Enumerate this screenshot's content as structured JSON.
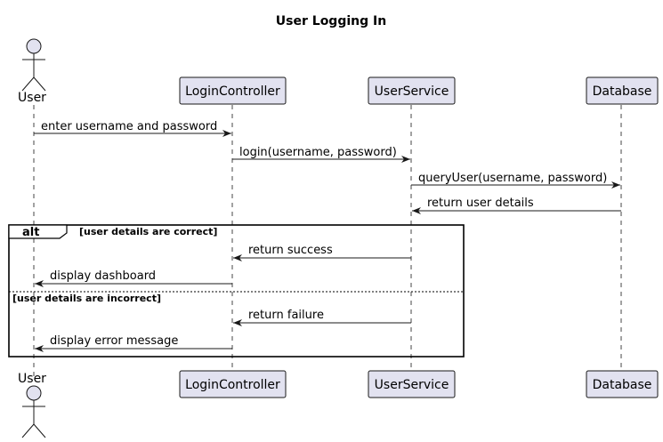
{
  "diagram": {
    "title": "User Logging In",
    "participants": [
      {
        "id": "user",
        "label": "User",
        "kind": "actor"
      },
      {
        "id": "login",
        "label": "LoginController",
        "kind": "participant"
      },
      {
        "id": "service",
        "label": "UserService",
        "kind": "participant"
      },
      {
        "id": "db",
        "label": "Database",
        "kind": "participant"
      }
    ],
    "messages": [
      {
        "from": "user",
        "to": "login",
        "label": "enter username and password"
      },
      {
        "from": "login",
        "to": "service",
        "label": "login(username, password)"
      },
      {
        "from": "service",
        "to": "db",
        "label": "queryUser(username, password)"
      },
      {
        "from": "db",
        "to": "service",
        "label": "return user details"
      },
      {
        "from": "service",
        "to": "login",
        "label": "return success"
      },
      {
        "from": "login",
        "to": "user",
        "label": "display dashboard"
      },
      {
        "from": "service",
        "to": "login",
        "label": "return failure"
      },
      {
        "from": "login",
        "to": "user",
        "label": "display error message"
      }
    ],
    "fragment": {
      "keyword": "alt",
      "guard_1": "[user details are correct]",
      "guard_2": "[user details are incorrect]"
    },
    "colors": {
      "participant_fill": "#e2e2f0",
      "participant_stroke": "#181818",
      "line": "#181818"
    }
  }
}
